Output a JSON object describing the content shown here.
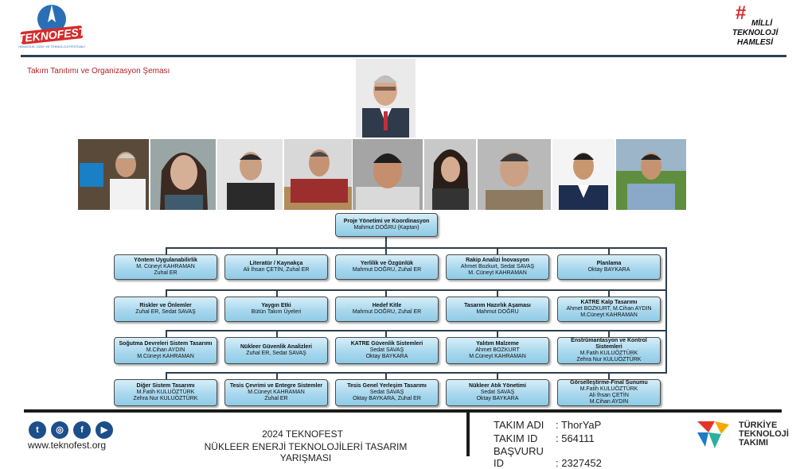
{
  "header": {
    "logo_left_text": "TEKNOFEST",
    "logo_left_sub": "HAVACILIK, UZAY VE TEKNOLOJİ FESTİVALİ",
    "logo_right_lines": [
      "MİLLİ",
      "TEKNOLOJİ",
      "HAMLESİ"
    ],
    "title": "Takım Tanıtımı ve Organizasyon Şeması"
  },
  "chart": {
    "root": {
      "title": "Proje Yönetimi ve Koordinasyon",
      "people": "Mahmut DOĞRU (Kaptan)"
    },
    "rows": [
      [
        {
          "title": "Yöntem Uygulanabilirlik",
          "people": [
            "M. Cüneyt KAHRAMAN",
            "Zuhal ER"
          ]
        },
        {
          "title": "Literatür / Kaynakça",
          "people": [
            "Ali İhsan ÇETİN, Zuhal ER"
          ]
        },
        {
          "title": "Yerlilik ve Özgünlük",
          "people": [
            "Mahmut DOĞRU, Zuhal ER"
          ]
        },
        {
          "title": "Rakip Analizi İnovasyon",
          "people": [
            "Ahmet Bozkurt, Sedat SAVAŞ",
            "M. Cüneyt KAHRAMAN"
          ]
        },
        {
          "title": "Planlama",
          "people": [
            "Oktay BAYKARA"
          ]
        }
      ],
      [
        {
          "title": "Riskler ve Önlemler",
          "people": [
            "Zuhal ER, Sedat SAVAŞ"
          ]
        },
        {
          "title": "Yaygın Etki",
          "people": [
            "Bütün Takım Üyeleri"
          ]
        },
        {
          "title": "Hedef Kitle",
          "people": [
            "Mahmut DOĞRU, Zuhal ER"
          ]
        },
        {
          "title": "Tasarım Hazırlık Aşaması",
          "people": [
            "Mahmut DOĞRU"
          ]
        },
        {
          "title": "KATRE Kalp Tasarımı",
          "people": [
            "Ahmet BOZKURT, M.Cihan AYDIN",
            "M.Cüneyt KAHRAMAN"
          ]
        }
      ],
      [
        {
          "title": "Soğutma Devreleri Sistem Tasarımı",
          "people": [
            "M.Cihan AYDIN",
            "M.Cüneyt KAHRAMAN"
          ]
        },
        {
          "title": "Nükleer Güvenlik Analizleri",
          "people": [
            "Zuhal ER, Sedat SAVAŞ"
          ]
        },
        {
          "title": "KATRE Güvenlik Sistemleri",
          "people": [
            "Sedat SAVAŞ",
            "Oktay BAYKARA"
          ]
        },
        {
          "title": "Yalıtım Malzeme",
          "people": [
            "Ahmet BOZKURT",
            "M.Cüneyt KAHRAMAN"
          ]
        },
        {
          "title": "Enstrümantasyon ve Kontrol Sistemleri",
          "people": [
            "M.Fatih KULUÖZTÜRK",
            "Zehra Nur KULUÖZTÜRK"
          ]
        }
      ],
      [
        {
          "title": "Diğer Sistem Tasarımı",
          "people": [
            "M.Fatih KULUÖZTÜRK",
            "Zehra Nur KULUÖZTÜRK"
          ]
        },
        {
          "title": "Tesis Çevrimi ve Entegre Sistemler",
          "people": [
            "M.Cüneyt KAHRAMAN",
            "Zuhal ER"
          ]
        },
        {
          "title": "Tesis Genel Yerleşim Tasarımı",
          "people": [
            "Sedat SAVAŞ",
            "Oktay BAYKARA, Zuhal ER"
          ]
        },
        {
          "title": "Nükleer Atık Yönetimi",
          "people": [
            "Sedat SAVAŞ",
            "Oktay BAYKARA"
          ]
        },
        {
          "title": "Görselleştirme-Final Sunumu",
          "people": [
            "M.Fatih KULUÖZTÜRK",
            "Ali İhsan ÇETİN",
            "M.Cihan AYDIN"
          ]
        }
      ]
    ]
  },
  "footer": {
    "socials": [
      "twitter-icon",
      "instagram-icon",
      "facebook-icon",
      "youtube-icon"
    ],
    "website": "www.teknofest.org",
    "event_line1": "2024 TEKNOFEST",
    "event_line2": "NÜKLEER ENERJİ TEKNOLOJİLERİ TASARIM YARIŞMASI",
    "team_name_label": "TAKIM ADI",
    "team_name": ": ThorYaP",
    "team_id_label": "TAKIM ID",
    "team_id": ": 564111",
    "app_id_label": "BAŞVURU ID",
    "app_id": ": 2327452",
    "tt_lines": [
      "TÜRKİYE",
      "TEKNOLOJİ",
      "TAKIMI"
    ]
  },
  "colors": {
    "accent": "#b01e23",
    "box": "#a9d8ee",
    "dark": "#2b4251"
  }
}
